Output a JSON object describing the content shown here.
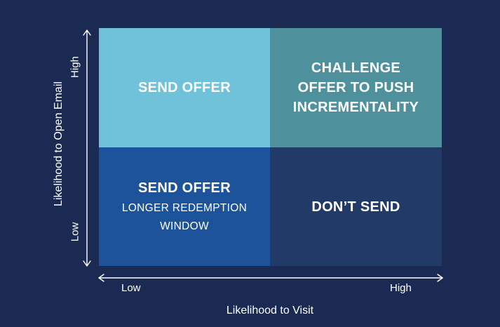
{
  "quadrants": {
    "top_left": {
      "title": "SEND OFFER"
    },
    "top_right": {
      "title": "CHALLENGE OFFER TO PUSH INCREMENTALITY"
    },
    "bottom_left": {
      "title": "SEND OFFER",
      "subtitle": "LONGER REDEMPTION WINDOW"
    },
    "bottom_right": {
      "title": "DON’T SEND"
    }
  },
  "x_axis": {
    "label": "Likelihood to Visit",
    "low": "Low",
    "high": "High"
  },
  "y_axis": {
    "label": "Likelihood to Open Email",
    "low": "Low",
    "high": "High"
  },
  "colors": {
    "background": "#1b2a52",
    "top_left": "#6fc2d9",
    "top_right": "#4e919c",
    "bottom_left": "#1c539a",
    "bottom_right": "#223a67"
  }
}
